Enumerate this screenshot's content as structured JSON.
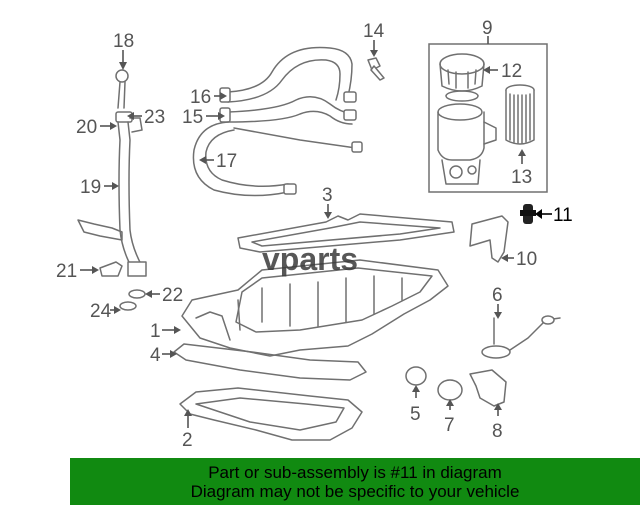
{
  "watermark": "vparts",
  "highlighted_part": "11",
  "colors": {
    "banner": "#118a11",
    "line_art": "#707070",
    "callout_text": "#555555",
    "highlight": "#000000"
  },
  "callouts": [
    {
      "id": "1",
      "label": "1"
    },
    {
      "id": "2",
      "label": "2"
    },
    {
      "id": "3",
      "label": "3"
    },
    {
      "id": "4",
      "label": "4"
    },
    {
      "id": "5",
      "label": "5"
    },
    {
      "id": "6",
      "label": "6"
    },
    {
      "id": "7",
      "label": "7"
    },
    {
      "id": "8",
      "label": "8"
    },
    {
      "id": "9",
      "label": "9"
    },
    {
      "id": "10",
      "label": "10"
    },
    {
      "id": "11",
      "label": "11"
    },
    {
      "id": "12",
      "label": "12"
    },
    {
      "id": "13",
      "label": "13"
    },
    {
      "id": "14",
      "label": "14"
    },
    {
      "id": "15",
      "label": "15"
    },
    {
      "id": "16",
      "label": "16"
    },
    {
      "id": "17",
      "label": "17"
    },
    {
      "id": "18",
      "label": "18"
    },
    {
      "id": "19",
      "label": "19"
    },
    {
      "id": "20",
      "label": "20"
    },
    {
      "id": "21",
      "label": "21"
    },
    {
      "id": "22",
      "label": "22"
    },
    {
      "id": "23",
      "label": "23"
    },
    {
      "id": "24",
      "label": "24"
    }
  ],
  "banner": {
    "line1": "Part or sub-assembly is #11 in diagram",
    "line2": "Diagram may not be specific to your vehicle"
  }
}
